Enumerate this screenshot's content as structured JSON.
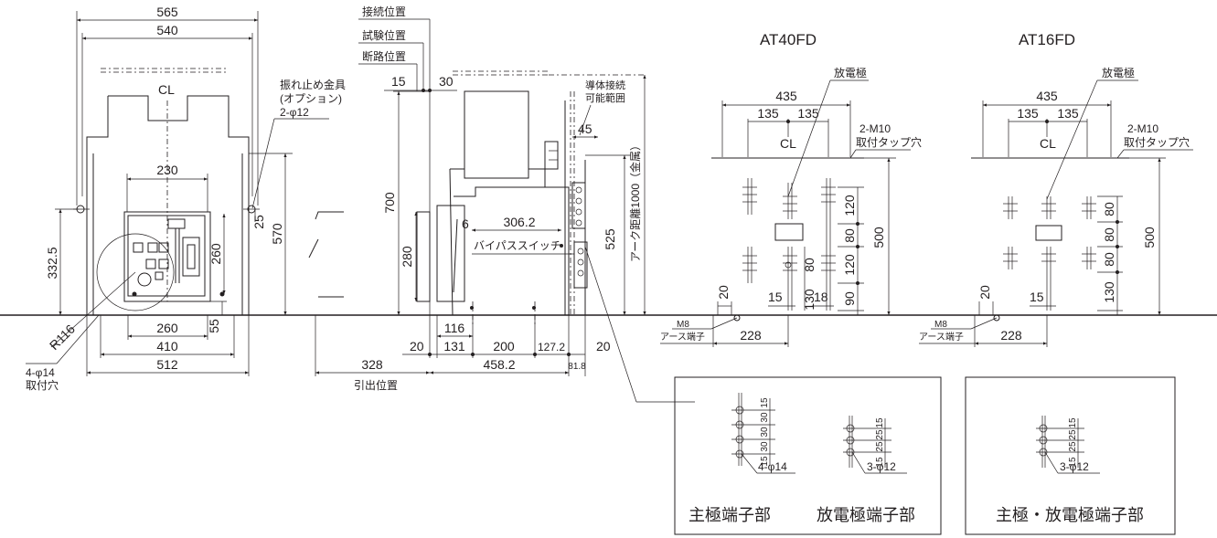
{
  "front": {
    "w565": "565",
    "w540": "540",
    "w230": "230",
    "w260": "260",
    "w410": "410",
    "w512": "512",
    "h332": "332.5",
    "h260": "260",
    "h570": "570",
    "h25": "25",
    "h55": "55",
    "r116": "R116",
    "hole_note": [
      "4-φ14",
      "取付穴"
    ],
    "option_note": [
      "振れ止め金具",
      "(オプション)",
      "2-φ12"
    ]
  },
  "side": {
    "pos_connect": "接続位置",
    "pos_test": "試験位置",
    "pos_disconnect": "断路位置",
    "d15": "15",
    "d30": "30",
    "d45": "45",
    "h700": "700",
    "h280": "280",
    "h525": "525",
    "d6": "6",
    "d306": "306.2",
    "bypass": "バイパススイッチ",
    "arc": "アーク距離1000（金属）",
    "conductor": [
      "導体接続",
      "可能範囲"
    ],
    "d116": "116",
    "d20a": "20",
    "d131": "131",
    "d200": "200",
    "d127": "127.2",
    "d20b": "20",
    "d328": "328",
    "d458": "458.2",
    "d81": "81.8",
    "pull": "引出位置"
  },
  "at40": {
    "title": "AT40FD",
    "electrode": "放電極",
    "w435": "435",
    "w135a": "135",
    "w135b": "135",
    "tap": [
      "2-M10",
      "取付タップ穴"
    ],
    "h500": "500",
    "v120a": "120",
    "v80a": "80",
    "v120b": "120",
    "v90": "90",
    "v80b": "80",
    "v130": "130",
    "d15": "15",
    "d18": "18",
    "d20": "20",
    "w228": "228",
    "earth": [
      "M8",
      "アース端子"
    ]
  },
  "at16": {
    "title": "AT16FD",
    "electrode": "放電極",
    "w435": "435",
    "w135a": "135",
    "w135b": "135",
    "tap": [
      "2-M10",
      "取付タップ穴"
    ],
    "h500": "500",
    "v80a": "80",
    "v80b": "80",
    "v80c": "80",
    "v130": "130",
    "d15": "15",
    "d20": "20",
    "w228": "228",
    "earth": [
      "M8",
      "アース端子"
    ]
  },
  "detail1": {
    "main_label": "主極端子部",
    "main_holes": "4-φ14",
    "main_dims": [
      "15",
      "30",
      "30",
      "30",
      "15"
    ],
    "dis_label": "放電極端子部",
    "dis_holes": "3-φ12",
    "dis_dims": [
      "15",
      "25",
      "25",
      "15"
    ]
  },
  "detail2": {
    "label": "主極・放電極端子部",
    "holes": "3-φ12",
    "dims": [
      "15",
      "25",
      "25",
      "15"
    ]
  },
  "symbols": {
    "cl": "CL"
  }
}
